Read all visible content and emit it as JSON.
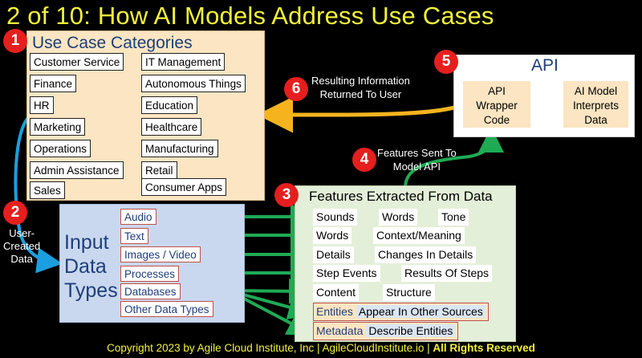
{
  "title": "2 of 10: How AI Models Address Use Cases",
  "badges": {
    "b1": "1",
    "b2": "2",
    "b3": "3",
    "b4": "4",
    "b5": "5",
    "b6": "6"
  },
  "use_cases": {
    "title": "Use Case Categories",
    "left": [
      "Customer Service",
      "Finance",
      "HR",
      "Marketing",
      "Operations",
      "Admin Assistance",
      "Sales"
    ],
    "right": [
      "IT Management",
      "Autonomous Things",
      "Education",
      "Healthcare",
      "Manufacturing",
      "Retail",
      "Consumer Apps"
    ]
  },
  "input": {
    "title_lines": [
      "Input",
      "Data",
      "Types"
    ],
    "items": [
      "Audio",
      "Text",
      "Images / Video",
      "Processes",
      "Databases",
      "Other Data Types"
    ],
    "user_created": [
      "User-",
      "Created",
      "Data"
    ]
  },
  "features": {
    "title": "Features Extracted From Data",
    "rows": [
      [
        "Sounds",
        "Words",
        "Tone"
      ],
      [
        "Words",
        "Context/Meaning"
      ],
      [
        "Details",
        "Changes In Details"
      ],
      [
        "Step Events",
        "Results Of Steps"
      ],
      [
        "Content",
        "Structure"
      ]
    ],
    "entities": {
      "label": "Entities",
      "desc": "Appear In Other Sources"
    },
    "metadata": {
      "label": "Metadata",
      "desc": "Describe Entities"
    }
  },
  "api": {
    "title": "API",
    "wrapper": [
      "API",
      "Wrapper",
      "Code"
    ],
    "model": [
      "AI Model",
      "Interprets",
      "Data"
    ]
  },
  "notes": {
    "resulting": [
      "Resulting Information",
      "Returned To User"
    ],
    "features_sent": [
      "Features Sent To",
      "Model API"
    ]
  },
  "footer": {
    "main": "Copyright 2023 by Agile Cloud Institute, Inc | AgileCloudInstitute.io | ",
    "bold": "All Rights Reserved"
  },
  "colors": {
    "title": "#f2f23a",
    "badge": "#e61e1e",
    "green_arrow": "#1faa54",
    "blue_arrow": "#1b9fe0",
    "orange_arrow": "#f5b41e"
  }
}
